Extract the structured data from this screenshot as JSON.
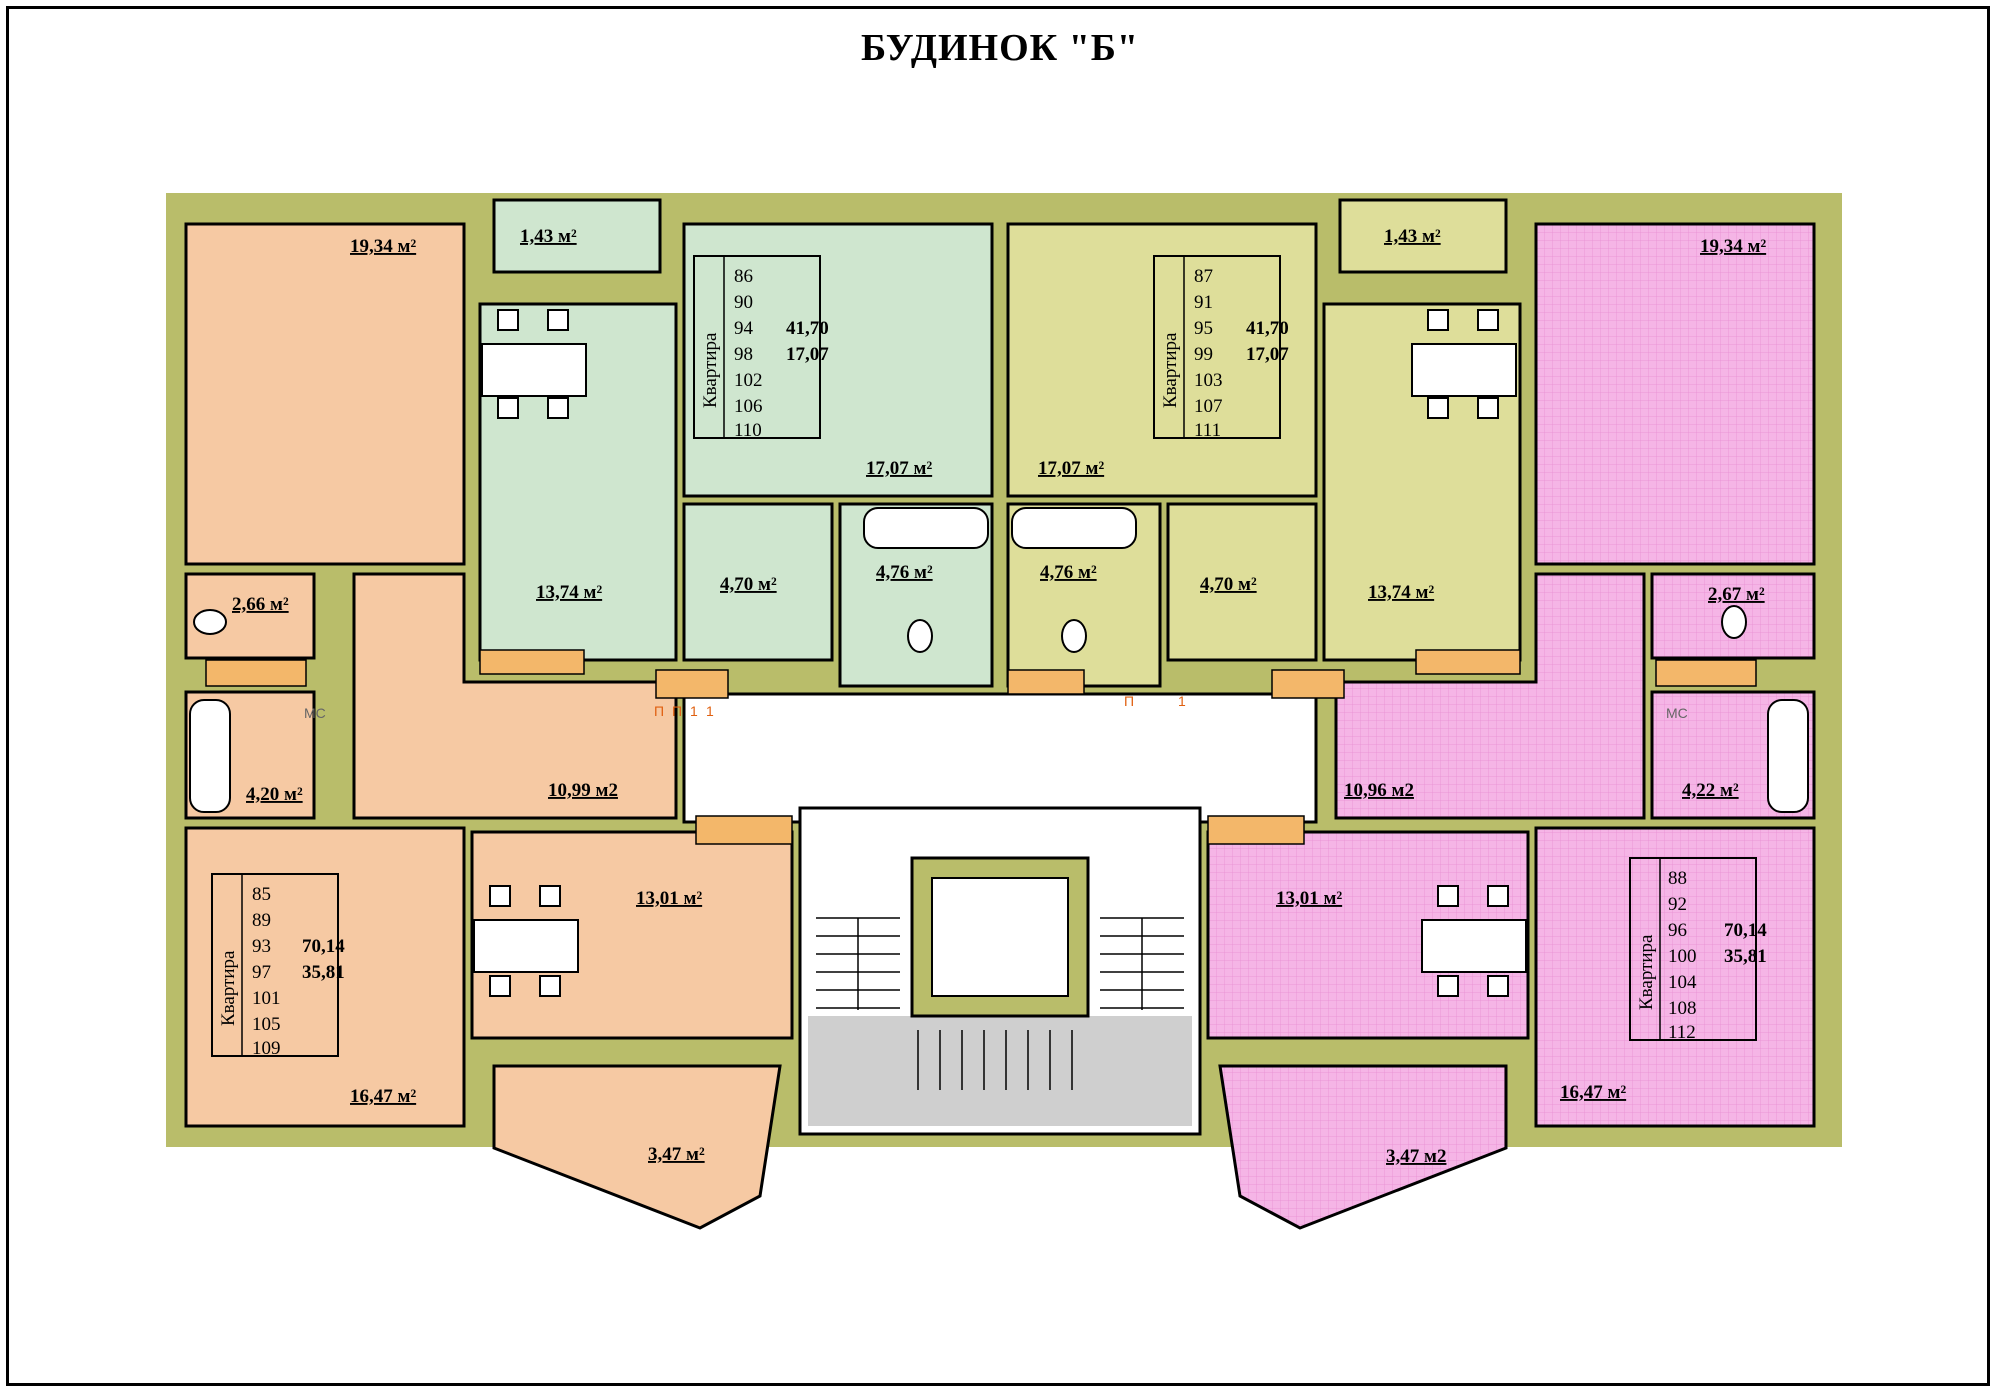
{
  "title": "БУДИНОК \"Б\"",
  "colors": {
    "apt_left_top": "#cfe6cf",
    "apt_right_top": "#dede9a",
    "apt_left_big": "#f6c9a3",
    "apt_right_big": "#f5b5e6",
    "common": "#ffffff",
    "stairs": "#cfcfcf",
    "wall": "#000000",
    "outer_wall": "#b9bd6a",
    "ducts": "#f3b76a"
  },
  "rooms": {
    "l_living_top": "19,34 м²",
    "l_balcony_top": "1,43 м²",
    "l_wc": "2,66 м²",
    "l_bath": "4,20 м²",
    "l_hall": "10,99 м2",
    "l_kitchen_bottom": "13,01 м²",
    "l_living_bottom": "16,47 м²",
    "l_loggia": "3,47 м²",
    "g_kitchen": "13,74 м²",
    "g_living": "17,07 м²",
    "g_hall": "4,70 м²",
    "g_bath": "4,76 м²",
    "o_living": "17,07 м²",
    "o_bath": "4,76 м²",
    "o_hall": "4,70 м²",
    "o_kitchen": "13,74 м²",
    "r_balcony_top": "1,43 м²",
    "r_living_top": "19,34 м²",
    "r_wc": "2,67 м²",
    "r_bath": "4,22 м²",
    "r_hall": "10,96 м2",
    "r_kitchen_bottom": "13,01 м²",
    "r_living_bottom": "16,47 м²",
    "r_loggia": "3,47 м2"
  },
  "apartment_tables": {
    "label": "Квартира",
    "green": {
      "numbers": [
        "86",
        "90",
        "94",
        "98",
        "102",
        "106",
        "110"
      ],
      "total": "41,70",
      "living": "17,07"
    },
    "olive": {
      "numbers": [
        "87",
        "91",
        "95",
        "99",
        "103",
        "107",
        "111"
      ],
      "total": "41,70",
      "living": "17,07"
    },
    "peach": {
      "numbers": [
        "85",
        "89",
        "93",
        "97",
        "101",
        "105",
        "109"
      ],
      "total": "70,14",
      "living": "35,81"
    },
    "pink": {
      "numbers": [
        "88",
        "92",
        "96",
        "100",
        "104",
        "108",
        "112"
      ],
      "total": "70,14",
      "living": "35,81"
    }
  },
  "duct_labels": {
    "left": [
      "П",
      "П",
      "1",
      "1"
    ],
    "center_left": [
      "П",
      "1"
    ],
    "left_wc": [
      "МС"
    ],
    "right_wc": [
      "МС"
    ]
  }
}
